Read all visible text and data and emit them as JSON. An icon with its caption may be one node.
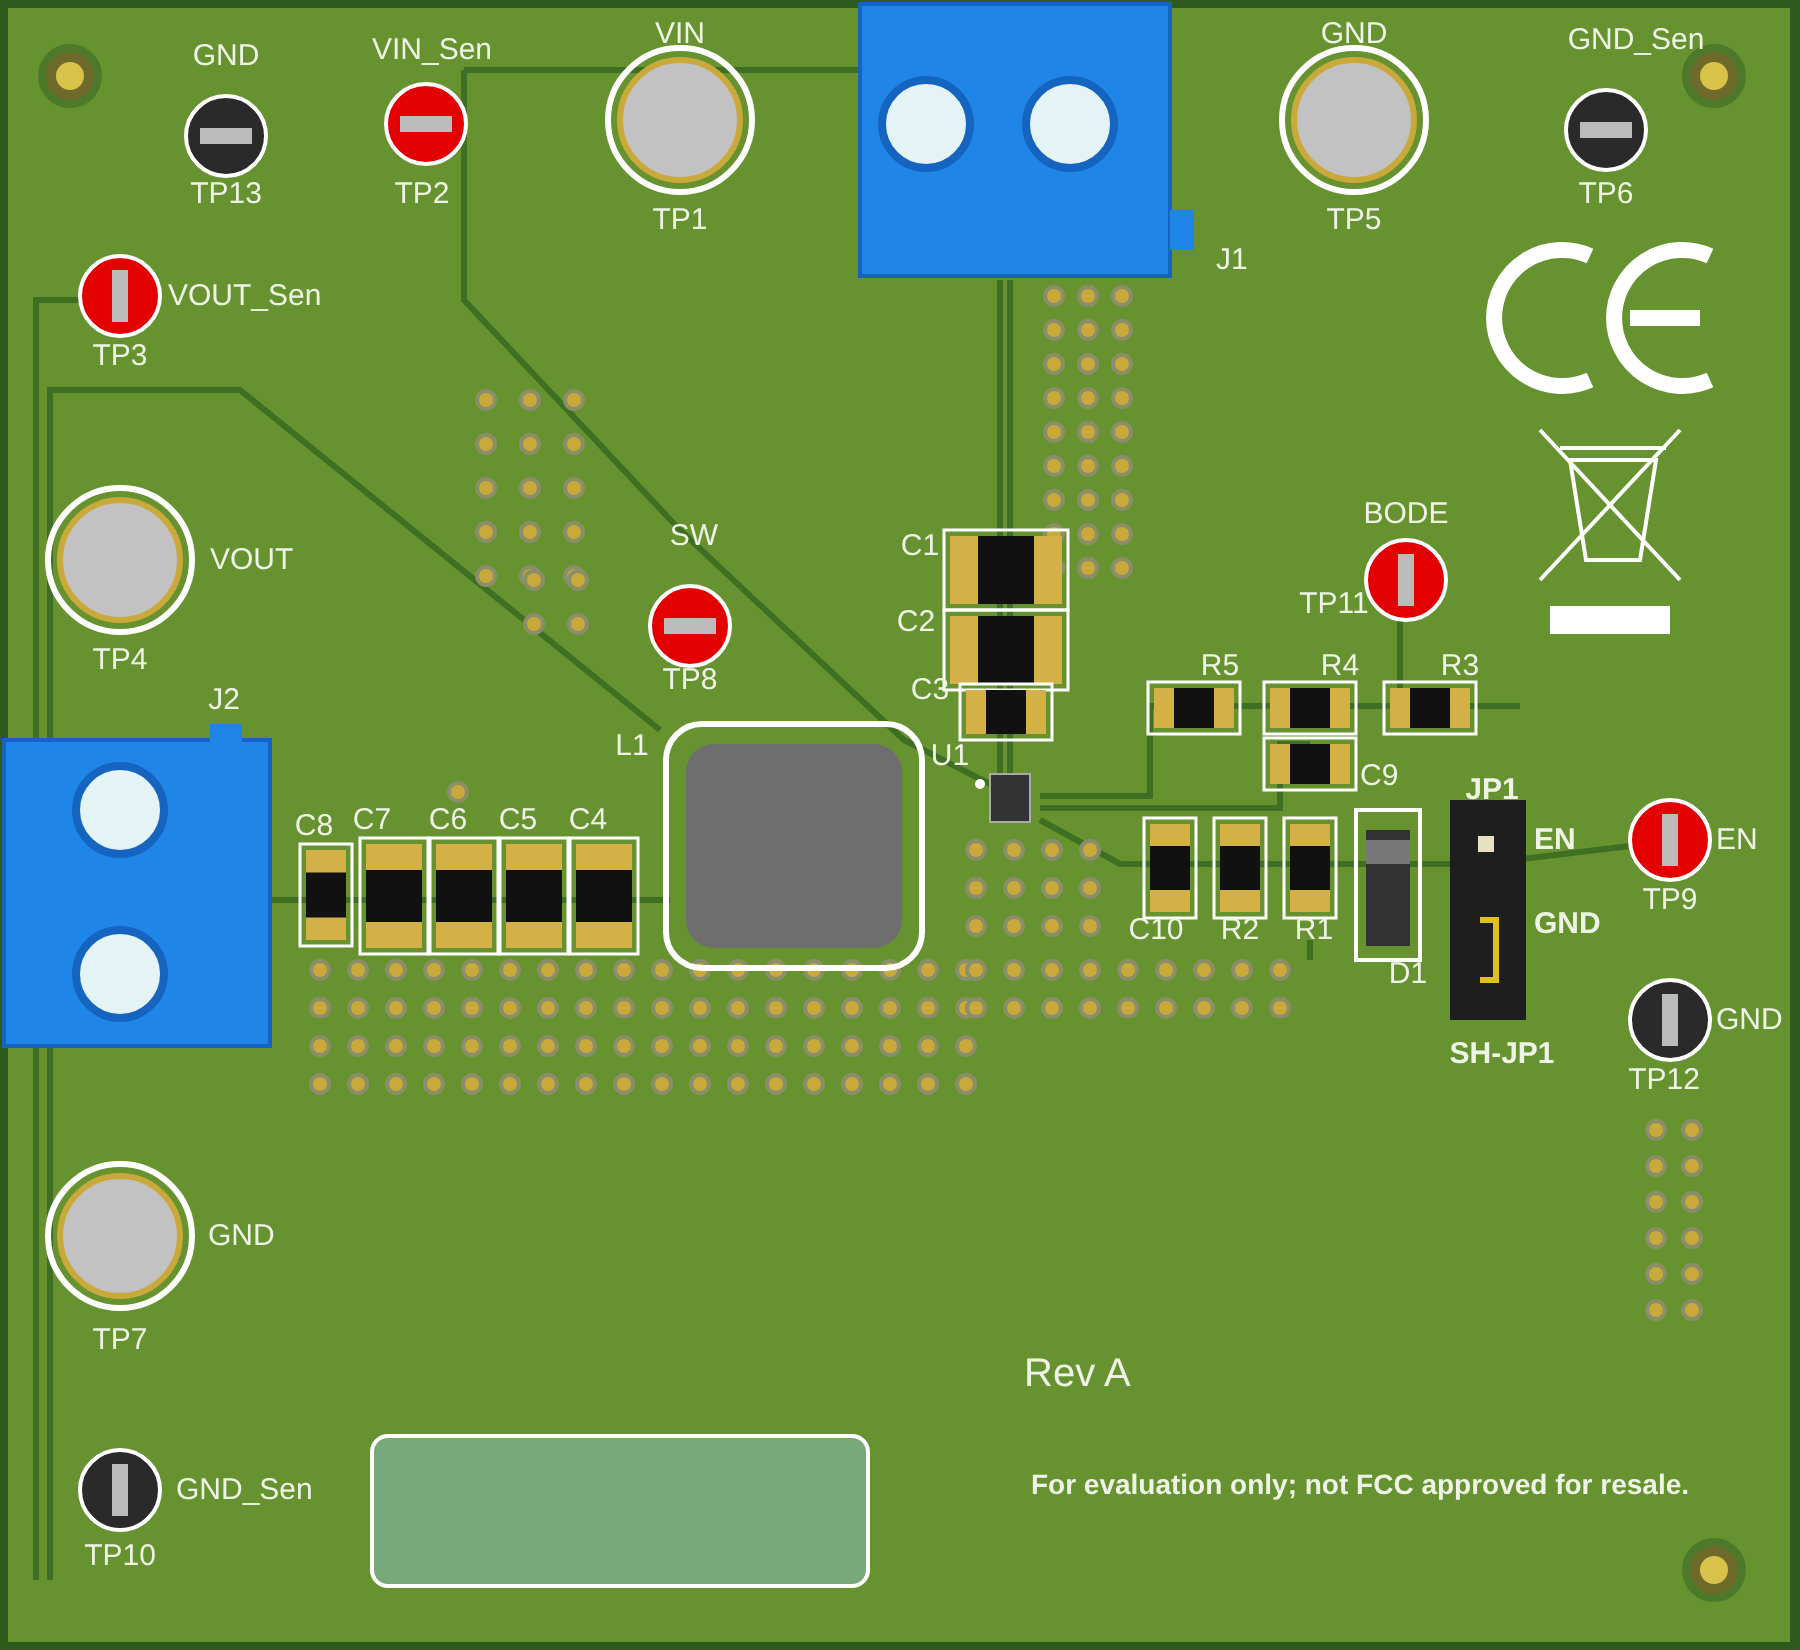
{
  "diagram": {
    "nodes": [
      {
        "text": [],
        "shape": "box"
      }
    ],
    "labels": [
      "GND",
      "VIN_Sen",
      "VIN",
      "GND",
      "GND_Sen",
      "TP13",
      "TP2",
      "TP1",
      "TP5",
      "TP6",
      "J1",
      "VOUT_Sen",
      "TP3",
      "SW",
      "C1",
      "BODE",
      "VOUT",
      "TP11",
      "C2",
      "TP4",
      "R5",
      "R4",
      "R3",
      "TP8",
      "C3",
      "J2",
      "L1",
      "U1",
      "C9",
      "C8",
      "C7",
      "C6",
      "C5",
      "C4",
      "JP1",
      "EN",
      "EN",
      "TP9",
      "C10",
      "R2",
      "R1",
      "GND",
      "D1",
      "GND",
      "SH-JP1",
      "TP12",
      "GND",
      "Rev A",
      "TP7",
      "GND_Sen",
      "For evaluation only; not FCC approved for resale.",
      "TP10"
    ]
  }
}
